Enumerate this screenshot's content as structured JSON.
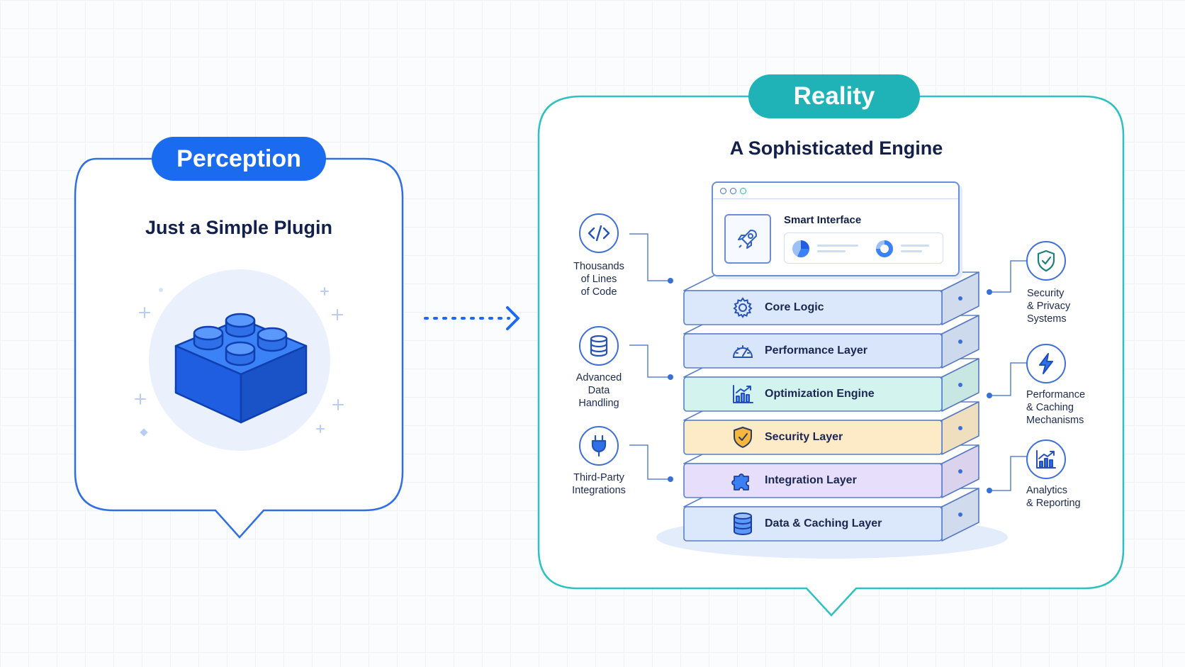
{
  "perception": {
    "badge": "Perception",
    "title": "Just a Simple Plugin"
  },
  "reality": {
    "badge": "Reality",
    "title": "A Sophisticated Engine",
    "window_title": "Smart Interface",
    "layers": [
      {
        "label": "Core Logic",
        "icon": "gear-icon",
        "color": "#dbe7fb"
      },
      {
        "label": "Performance Layer",
        "icon": "speedometer-icon",
        "color": "#d8e5fb"
      },
      {
        "label": "Optimization Engine",
        "icon": "chart-icon",
        "color": "#d2f3ee"
      },
      {
        "label": "Security Layer",
        "icon": "shield-icon",
        "color": "#fdebc8"
      },
      {
        "label": "Integration Layer",
        "icon": "puzzle-icon",
        "color": "#e6defa"
      },
      {
        "label": "Data & Caching Layer",
        "icon": "database-icon",
        "color": "#dbe7fb"
      }
    ],
    "left_features": [
      {
        "label": "Thousands\nof Lines\nof Code",
        "icon": "code-icon"
      },
      {
        "label": "Advanced\nData\nHandling",
        "icon": "database-icon"
      },
      {
        "label": "Third-Party\nIntegrations",
        "icon": "plug-icon"
      }
    ],
    "right_features": [
      {
        "label": "Security\n& Privacy\nSystems",
        "icon": "shield-check-icon"
      },
      {
        "label": "Performance\n& Caching\nMechanisms",
        "icon": "lightning-icon"
      },
      {
        "label": "Analytics\n& Reporting",
        "icon": "analytics-icon"
      }
    ]
  },
  "colors": {
    "blue": "#1a6bf0",
    "teal": "#1fb3b8",
    "navy": "#13204a"
  }
}
